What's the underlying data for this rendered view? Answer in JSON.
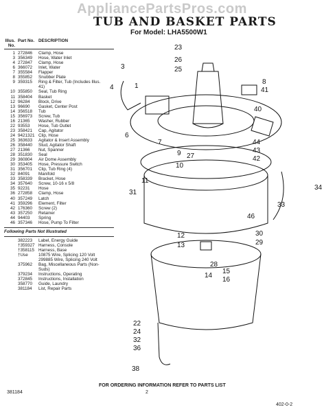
{
  "watermark": "AppliancePartsPros.com",
  "title": "TUB AND BASKET PARTS",
  "subtitle": "For Model: LHA5500W1",
  "headers": {
    "illus": "Illus. No.",
    "part": "Part No.",
    "desc": "DESCRIPTION"
  },
  "parts": [
    {
      "illus": "1",
      "part": "272846",
      "desc": "Clamp, Hose"
    },
    {
      "illus": "3",
      "part": "356349",
      "desc": "Hose, Water Inlet"
    },
    {
      "illus": "4",
      "part": "272847",
      "desc": "Clamp, Hose"
    },
    {
      "illus": "6",
      "part": "366072",
      "desc": "Inlet, Water"
    },
    {
      "illus": "7",
      "part": "355584",
      "desc": "Flapper"
    },
    {
      "illus": "8",
      "part": "355852",
      "desc": "Snubber Plate"
    },
    {
      "illus": "9",
      "part": "359315",
      "desc": "Ring & Filter, Tub (Includes Illus. 41)"
    },
    {
      "illus": "10",
      "part": "355850",
      "desc": "Seal, Tub Ring"
    },
    {
      "illus": "11",
      "part": "358404",
      "desc": "Basket"
    },
    {
      "illus": "12",
      "part": "96284",
      "desc": "Block, Drive"
    },
    {
      "illus": "13",
      "part": "96690",
      "desc": "Gasket, Center Post"
    },
    {
      "illus": "14",
      "part": "356518",
      "desc": "Tub"
    },
    {
      "illus": "15",
      "part": "356973",
      "desc": "Screw, Tub"
    },
    {
      "illus": "16",
      "part": "21365",
      "desc": "Washer, Rubber"
    },
    {
      "illus": "22",
      "part": "93553",
      "desc": "Hose, Tub Outlet"
    },
    {
      "illus": "23",
      "part": "358421",
      "desc": "Cap, Agitator"
    },
    {
      "illus": "24",
      "part": "9421321",
      "desc": "Clip, Hose"
    },
    {
      "illus": "25",
      "part": "363633",
      "desc": "Agitator & Insert Assembly"
    },
    {
      "illus": "26",
      "part": "358440",
      "desc": "Stud, Agitator Shaft"
    },
    {
      "illus": "27",
      "part": "21366",
      "desc": "Nut, Spanner"
    },
    {
      "illus": "28",
      "part": "351830",
      "desc": "Seal"
    },
    {
      "illus": "29",
      "part": "360804",
      "desc": "Air Dome Assembly"
    },
    {
      "illus": "30",
      "part": "353405",
      "desc": "Hose, Pressure Switch"
    },
    {
      "illus": "31",
      "part": "356701",
      "desc": "Clip, Tub Ring (4)"
    },
    {
      "illus": "32",
      "part": "84091",
      "desc": "Manifold"
    },
    {
      "illus": "33",
      "part": "358339",
      "desc": "Bracket, Hose"
    },
    {
      "illus": "34",
      "part": "357640",
      "desc": "Screw, 10-16 x 5/8"
    },
    {
      "illus": "35",
      "part": "92231",
      "desc": "Hose"
    },
    {
      "illus": "36",
      "part": "272858",
      "desc": "Clamp, Hose"
    },
    {
      "illus": "40",
      "part": "357249",
      "desc": "Latch"
    },
    {
      "illus": "41",
      "part": "359296",
      "desc": "Element, Filter"
    },
    {
      "illus": "42",
      "part": "176360",
      "desc": "Screw (2)"
    },
    {
      "illus": "43",
      "part": "357250",
      "desc": "Retainer"
    },
    {
      "illus": "44",
      "part": "94403",
      "desc": "Spring"
    },
    {
      "illus": "46",
      "part": "357346",
      "desc": "Hose, Pump To Filter"
    }
  ],
  "not_illustrated_title": "Following Parts Not Illustrated",
  "not_illustrated": [
    {
      "part": "382223",
      "desc": "Label, Energy Guide"
    },
    {
      "part": "†359327",
      "desc": "Harness, Console"
    },
    {
      "part": "†358115",
      "desc": "Harness, Base"
    },
    {
      "part": "†Use",
      "desc": "10875 Wire, Splicing 120 Volt 299885 Wire, Splicing 240 Volt"
    },
    {
      "part": "375962",
      "desc": "Bag, Miscellaneous Parts (Non-Suds)"
    },
    {
      "part": "379234",
      "desc": "Instructions, Operating"
    },
    {
      "part": "372845",
      "desc": "Instructions, Installation"
    },
    {
      "part": "358770",
      "desc": "Guide, Laundry"
    },
    {
      "part": "381184",
      "desc": "List, Repair Parts"
    }
  ],
  "footer": "FOR ORDERING INFORMATION REFER TO PARTS LIST",
  "code": "381184",
  "page_number": "2",
  "stamp": "402-0-2",
  "callouts": [
    "23",
    "26",
    "25",
    "3",
    "4",
    "1",
    "6",
    "7",
    "8",
    "41",
    "40",
    "44",
    "43",
    "42",
    "9",
    "27",
    "10",
    "11",
    "31",
    "34",
    "33",
    "46",
    "12",
    "30",
    "29",
    "13",
    "28",
    "14",
    "15",
    "16",
    "22",
    "24",
    "32",
    "36",
    "38"
  ]
}
